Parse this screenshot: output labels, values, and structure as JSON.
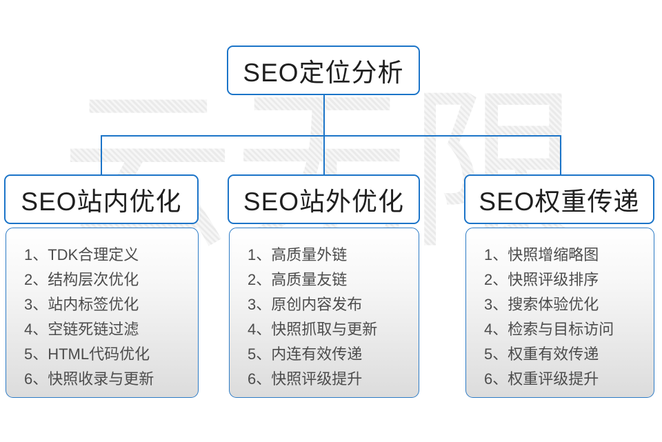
{
  "watermark": {
    "text": "云无限"
  },
  "root": {
    "title": "SEO定位分析"
  },
  "columns": [
    {
      "title": "SEO站内优化",
      "items": [
        "1、TDK合理定义",
        "2、结构层次优化",
        "3、站内标签优化",
        "4、空链死链过滤",
        "5、HTML代码优化",
        "6、快照收录与更新"
      ]
    },
    {
      "title": "SEO站外优化",
      "items": [
        "1、高质量外链",
        "2、高质量友链",
        "3、原创内容发布",
        "4、快照抓取与更新",
        "5、内连有效传递",
        "6、快照评级提升"
      ]
    },
    {
      "title": "SEO权重传递",
      "items": [
        "1、快照增缩略图",
        "2、快照评级排序",
        "3、搜索体验优化",
        "4、检索与目标访问",
        "5、权重有效传递",
        "6、权重评级提升"
      ]
    }
  ],
  "colors": {
    "accent_blue": "#1b74c8",
    "watermark_gray": "#ececec",
    "panel_gradient_bottom": "#dcdcdc",
    "heading_text": "#1f1f1f",
    "list_text": "#4c4c4c"
  }
}
